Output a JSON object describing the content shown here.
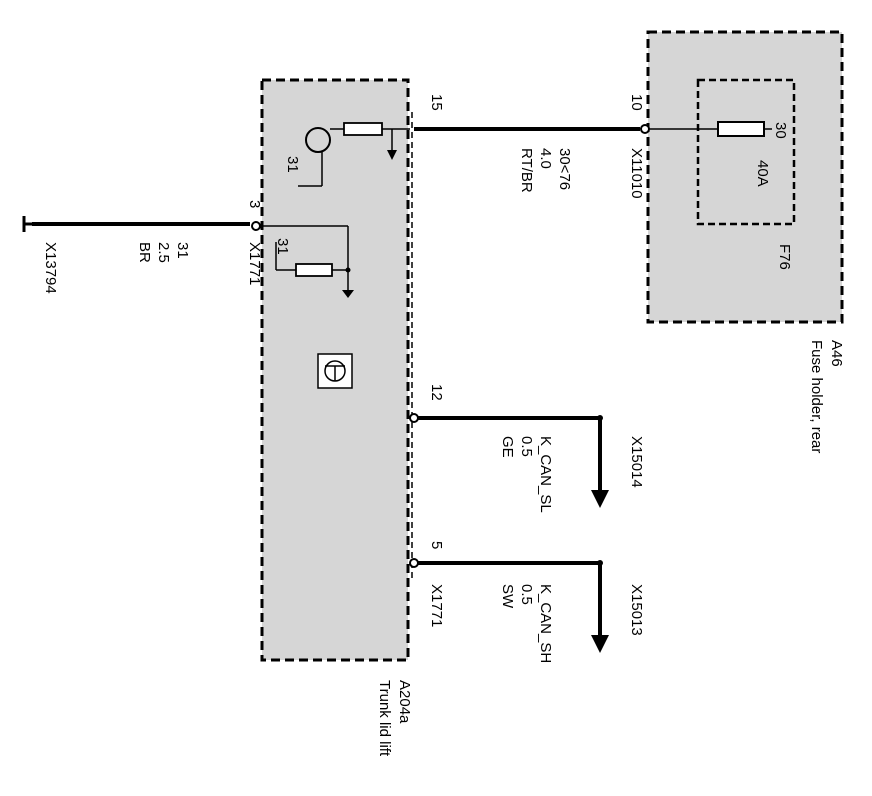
{
  "modules": {
    "trunk": {
      "code": "A204a",
      "name": "Trunk lid lift"
    },
    "fuse_holder": {
      "code": "A46",
      "name": "Fuse holder, rear"
    }
  },
  "fuse": {
    "id": "F76",
    "rating": "40A",
    "terminal": "30"
  },
  "pins": {
    "p15": "15",
    "p10": "10",
    "p3": "3",
    "p12": "12",
    "p5": "5",
    "gnd_int1": "31",
    "gnd_int2": "31"
  },
  "connectors": {
    "x13794": "X13794",
    "x1771_top": "X1771",
    "x1771_bottom": "X1771",
    "x11010": "X11010",
    "x15014": "X15014",
    "x15013": "X15013"
  },
  "wires": {
    "ground": {
      "signal": "31",
      "size": "2.5",
      "color": "BR"
    },
    "power": {
      "signal": "30<76",
      "size": "4.0",
      "color": "RT/BR"
    },
    "can_low": {
      "signal": "K_CAN_SL",
      "size": "0.5",
      "color": "GE"
    },
    "can_high": {
      "signal": "K_CAN_SH",
      "size": "0.5",
      "color": "SW"
    }
  },
  "colors": {
    "module_fill": "#d6d6d6",
    "line": "#000000"
  }
}
